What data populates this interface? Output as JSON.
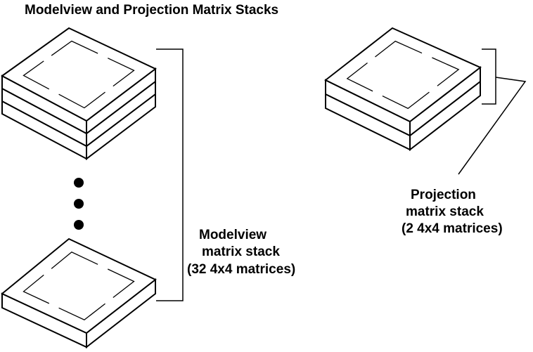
{
  "title": "Modelview and Projection Matrix Stacks",
  "modelview": {
    "label_lines": [
      "Modelview",
      "matrix stack",
      "(32 4x4 matrices)"
    ],
    "top_layers": 3,
    "bottom_layers": 1,
    "ellipsis_dots": 3
  },
  "projection": {
    "label_lines": [
      "Projection",
      "matrix stack",
      "(2 4x4 matrices)"
    ],
    "layers": 2
  },
  "colors": {
    "ink": "#000000",
    "background": "#ffffff"
  }
}
